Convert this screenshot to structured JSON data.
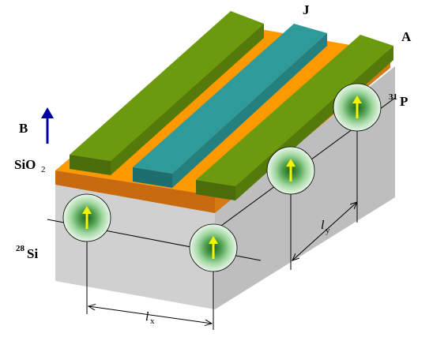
{
  "labels": {
    "gate_j": "J",
    "gate_a": "A",
    "field": "B",
    "oxide": "SiO",
    "oxide_sub": "2",
    "donor_mass": "31",
    "donor": "P",
    "host_mass": "28",
    "host": "Si",
    "lx_main": "l",
    "lx_sub": "x",
    "ly_main": "l",
    "ly_sub": "y"
  },
  "colors": {
    "gate_a_top": "#6b9a0f",
    "gate_a_side": "#4a6c0a",
    "gate_j_top": "#2e9a9a",
    "gate_j_side": "#1d6e6e",
    "oxide_top": "#ff9900",
    "oxide_side": "#c86a10",
    "silicon_front": "#d0d0d0",
    "silicon_side": "#bebebe",
    "field_arrow": "#0000a0",
    "spin_arrow": "#f5f500"
  },
  "icons": {
    "field_arrow": "upward-arrow",
    "donor_spin": "spin-up-arrow"
  }
}
